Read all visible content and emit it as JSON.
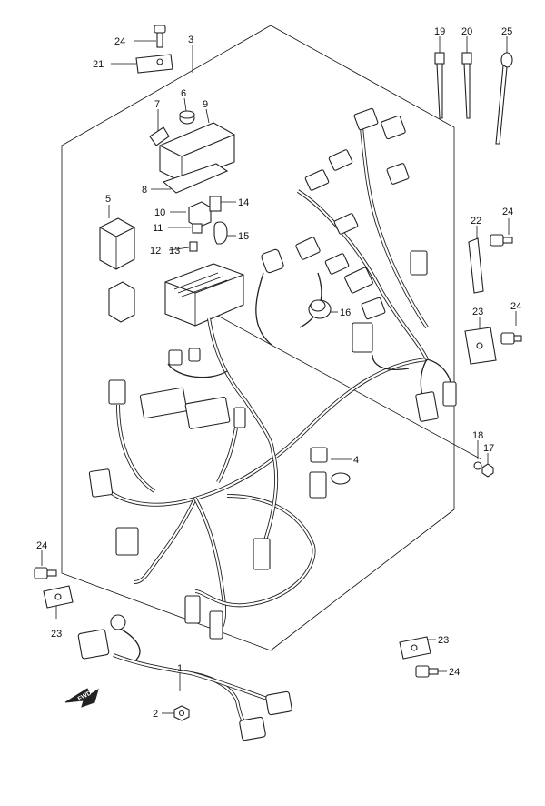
{
  "diagram": {
    "callouts": [
      "24",
      "21",
      "3",
      "6",
      "9",
      "7",
      "8",
      "5",
      "10",
      "11",
      "12",
      "13",
      "14",
      "15",
      "16",
      "4",
      "1",
      "2",
      "17",
      "18",
      "19",
      "20",
      "25",
      "22",
      "23",
      "24",
      "23",
      "24",
      "24",
      "23",
      "23",
      "24"
    ],
    "forward_mark": "FWD"
  }
}
